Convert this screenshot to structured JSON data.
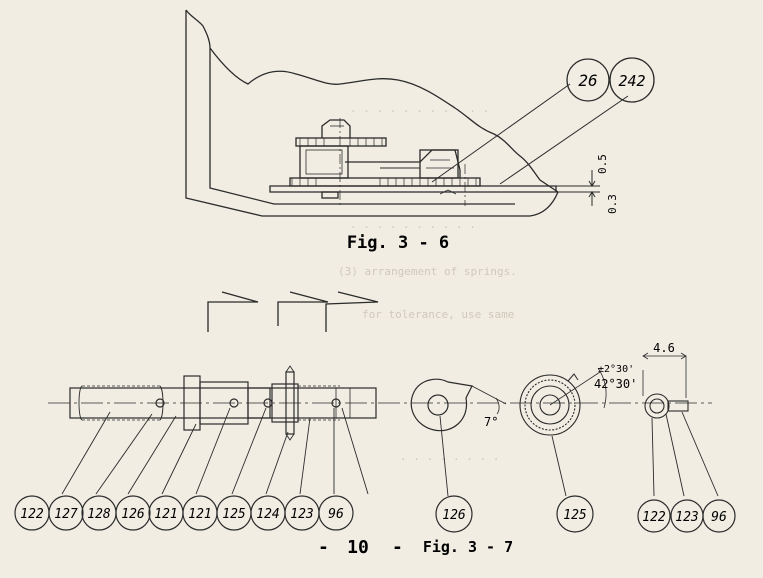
{
  "figure_top": {
    "caption": "Fig. 3 - 6",
    "callouts": [
      "26",
      "242"
    ],
    "dimensions": [
      "0.5",
      "0.3"
    ]
  },
  "figure_bottom": {
    "caption": "Fig. 3 - 7",
    "page_number": "10",
    "shaft_callouts": [
      "122",
      "127",
      "128",
      "126",
      "121",
      "121",
      "125",
      "124",
      "123",
      "96"
    ],
    "detail_126_callout": "126",
    "detail_126_angle": "7°",
    "detail_125_callout": "125",
    "detail_125_tolerance": "±2°30'",
    "detail_125_angle": "42°30'",
    "detail_small_callouts": [
      "122",
      "123",
      "96"
    ],
    "detail_small_dimension": "4.6"
  },
  "bleed_through_text": [
    "(3) arrangement of springs.",
    "for tolerance, use same"
  ]
}
